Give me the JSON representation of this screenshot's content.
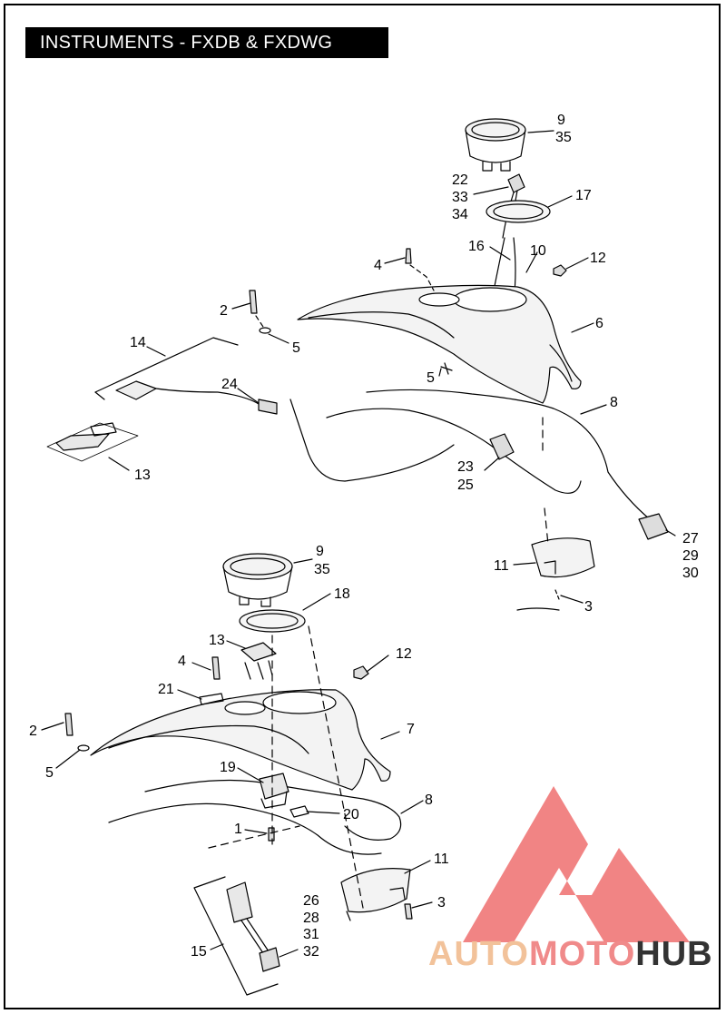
{
  "title": "INSTRUMENTS - FXDB & FXDWG",
  "callouts": {
    "c9a": "9",
    "c35a": "35",
    "c22": "22",
    "c33": "33",
    "c34": "34",
    "c17": "17",
    "c16": "16",
    "c10": "10",
    "c4a": "4",
    "c12a": "12",
    "c2a": "2",
    "c5a": "5",
    "c6": "6",
    "c14": "14",
    "c24": "24",
    "c5b": "5",
    "c8a": "8",
    "c13a": "13",
    "c23": "23",
    "c25": "25",
    "c27": "27",
    "c29": "29",
    "c30": "30",
    "c11a": "11",
    "c3a": "3",
    "c9b": "9",
    "c35b": "35",
    "c18": "18",
    "c13b": "13",
    "c4b": "4",
    "c12b": "12",
    "c21": "21",
    "c2b": "2",
    "c7": "7",
    "c5c": "5",
    "c19": "19",
    "c8b": "8",
    "c20": "20",
    "c1": "1",
    "c11b": "11",
    "c3b": "3",
    "c26": "26",
    "c28": "28",
    "c31": "31",
    "c15": "15",
    "c32": "32"
  },
  "watermark": {
    "part1": "AUTO",
    "part2": "MOTO",
    "part3": "HUB",
    "color1": "#f2c29a",
    "color2": "#f08a8a",
    "color3": "#333333",
    "logo_color": "#ee6f6f"
  }
}
